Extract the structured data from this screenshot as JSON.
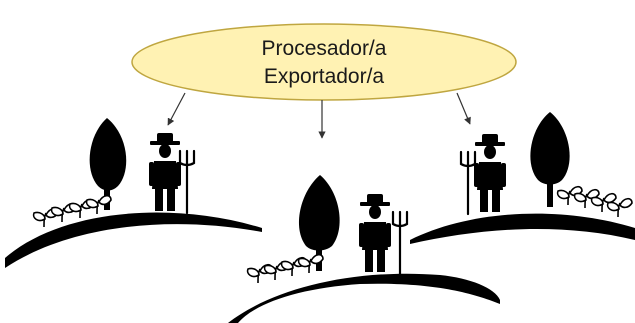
{
  "hub": {
    "line1": "Procesador/a",
    "line2": "Exportador/a",
    "fill": "#FFF2B3",
    "stroke": "#BFA640"
  },
  "farms": [
    {
      "name": "left",
      "icons": [
        "tree-icon",
        "farmer-icon",
        "pitchfork-icon",
        "seedlings-icon"
      ]
    },
    {
      "name": "center",
      "icons": [
        "tree-icon",
        "farmer-icon",
        "pitchfork-icon",
        "seedlings-icon"
      ]
    },
    {
      "name": "right",
      "icons": [
        "tree-icon",
        "farmer-icon",
        "pitchfork-icon",
        "seedlings-icon"
      ]
    }
  ],
  "colors": {
    "silhouette": "#000000",
    "background": "#FFFFFF",
    "arrow": "#333333"
  }
}
